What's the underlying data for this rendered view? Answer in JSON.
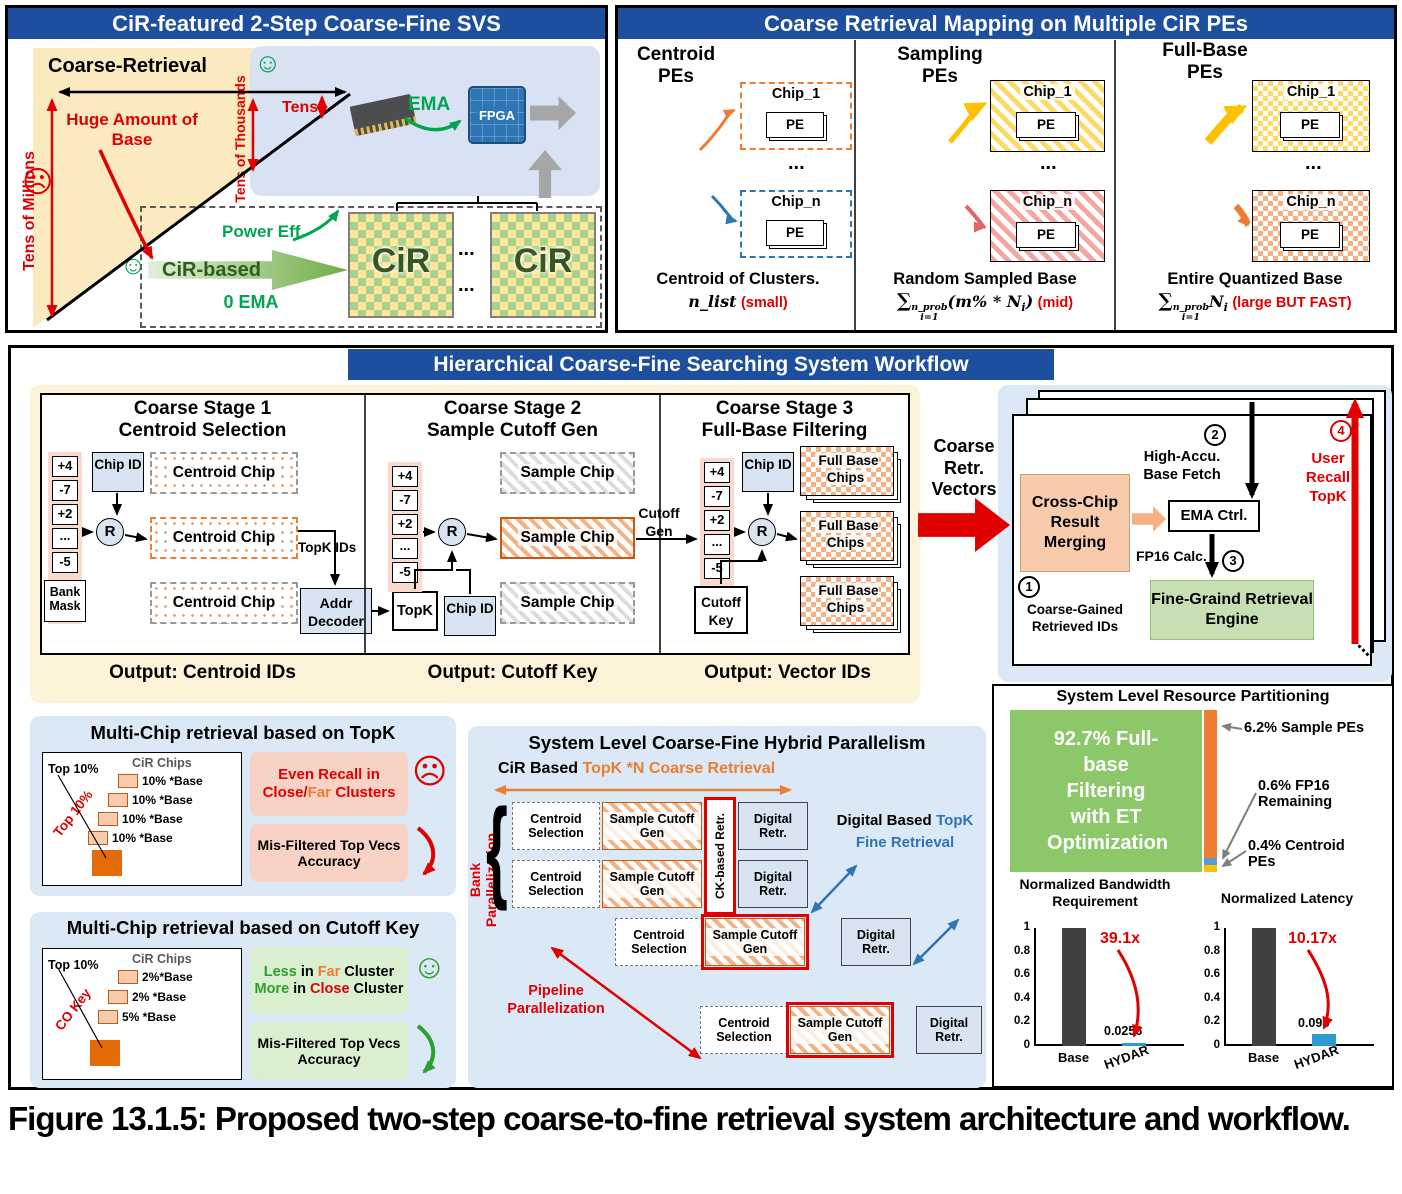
{
  "svs": {
    "title": "CiR-featured 2-Step Coarse-Fine SVS",
    "coarse_retrieval": "Coarse-Retrieval",
    "huge_amount": "Huge Amount of Base",
    "tens_of_millions": "Tens of Millions",
    "tens_of_thousands": "Tens of Thousands",
    "tens": "Tens",
    "ema": "EMA",
    "fpga": "FPGA",
    "power_eff": "Power Eff.",
    "cir_based": "CiR-based",
    "zero_ema": "0 EMA",
    "cir": "CiR",
    "dots": "...",
    "happy_face": "☺",
    "sad_face": "☹"
  },
  "mapping": {
    "title": "Coarse Retrieval Mapping on Multiple CiR PEs",
    "columns": [
      {
        "heading": "Centroid PEs",
        "chip1": "Chip_1",
        "chipn": "Chip_n",
        "pe": "PE",
        "dots": "...",
        "caption": "Centroid of Clusters.",
        "formula": "n_list",
        "note": "(small)"
      },
      {
        "heading": "Sampling PEs",
        "chip1": "Chip_1",
        "chipn": "Chip_n",
        "pe": "PE",
        "dots": "...",
        "caption": "Random Sampled Base",
        "sigma": "∑",
        "sup": "n_prob",
        "sub": "i=1",
        "formula_pre": "(m% * N",
        "formula_sub": "i",
        "formula_post": ")",
        "note": "(mid)"
      },
      {
        "heading": "Full-Base PEs",
        "chip1": "Chip_1",
        "chipn": "Chip_n",
        "pe": "PE",
        "dots": "...",
        "caption": "Entire Quantized Base",
        "sigma": "∑",
        "sup": "n_prob",
        "sub": "i=1",
        "formula_pre": "N",
        "formula_sub": "i",
        "formula_post": "",
        "note": "(large BUT FAST)"
      }
    ]
  },
  "workflow": {
    "banner": "Hierarchical Coarse-Fine Searching System Workflow",
    "stage1_line1": "Coarse Stage 1",
    "stage1_line2": "Centroid Selection",
    "stage2_line1": "Coarse Stage 2",
    "stage2_line2": "Sample Cutoff Gen",
    "stage3_line1": "Coarse Stage 3",
    "stage3_line2": "Full-Base Filtering",
    "bank_values": [
      "+4",
      "-7",
      "+2",
      "...",
      "-5"
    ],
    "bank_mask": "Bank Mask",
    "chip_id": "Chip ID",
    "r": "R",
    "centroid_chip": "Centroid Chip",
    "sample_chip": "Sample Chip",
    "full_base_chips": "Full Base Chips",
    "topk_ids": "TopK IDs",
    "addr_decoder": "Addr Decoder",
    "topk": "TopK",
    "cutoff_gen": "Cutoff Gen",
    "cutoff_key": "Cutoff Key",
    "output1": "Output: Centroid IDs",
    "output2": "Output: Cutoff Key",
    "output3": "Output: Vector IDs"
  },
  "merge": {
    "coarse_retr_vectors": "Coarse Retr. Vectors",
    "cross_chip": "Cross-Chip Result Merging",
    "high_accu": "High-Accu. Base Fetch",
    "ema_ctrl": "EMA Ctrl.",
    "fp16": "FP16 Calc.",
    "fine_engine": "Fine-Graind Retrieval Engine",
    "user_recall": "User Recall TopK",
    "coarse_gained": "Coarse-Gained Retrieved IDs",
    "n1": "1",
    "n2": "2",
    "n3": "3",
    "n4": "4",
    "dots": "..."
  },
  "topk_panel": {
    "title": "Multi-Chip retrieval based on TopK",
    "top_label": "Top 10%",
    "cir_chips": "CiR Chips",
    "bases": [
      "10% *Base",
      "10% *Base",
      "10% *Base",
      "10% *Base"
    ],
    "rot_label": "Top 10%",
    "note1_l1": "Even Recall in",
    "close": "Close",
    "slash": "/",
    "far": "Far",
    "clusters": "Clusters",
    "note2_l1": "Mis-Filtered Top Vecs",
    "note2_l2": "Accuracy",
    "sad_face": "☹"
  },
  "cutoff_panel": {
    "title": "Multi-Chip retrieval based on Cutoff Key",
    "top_label": "Top 10%",
    "cir_chips": "CiR Chips",
    "bases": [
      "2%*Base",
      "2% *Base",
      "5% *Base"
    ],
    "rot_label": "CO Key",
    "less": "Less",
    "in1": "in",
    "far": "Far",
    "cluster1": "Cluster",
    "more": "More",
    "in2": "in",
    "close": "Close",
    "cluster2": "Cluster",
    "note2_l1": "Mis-Filtered Top Vecs",
    "note2_l2": "Accuracy",
    "happy_face": "☺"
  },
  "parallelism": {
    "title": "System Level Coarse-Fine Hybrid Parallelism",
    "cir_based": "CiR Based",
    "coarse_retrieval": "TopK *N Coarse Retrieval",
    "bank": "Bank Parallelization",
    "brace": "{",
    "cs": "Centroid Selection",
    "scg": "Sample Cutoff Gen",
    "dr": "Digital Retr.",
    "ck": "CK-based Retr.",
    "digital_based": "Digital Based",
    "topk": "TopK",
    "fine_retrieval": "Fine Retrieval",
    "pipeline": "Pipeline Parallelization"
  },
  "resource": {
    "title": "System Level Resource Partitioning",
    "main": "92.7% Full-base Filtering with ET Optimization",
    "sample": "6.2% Sample PEs",
    "fp16": "0.6% FP16 Remaining",
    "centroid": "0.4% Centroid PEs"
  },
  "chart_data": [
    {
      "type": "bar",
      "title": "Normalized Bandwidth Requirement",
      "categories": [
        "Base",
        "HYDAR"
      ],
      "values": [
        1,
        0.0256
      ],
      "bar_colors": [
        "#404040",
        "#2e9ad0"
      ],
      "annotation": "39.1x",
      "value_label": "0.0256",
      "ylim": [
        0,
        1
      ],
      "yticks": [
        "1",
        "0.8",
        "0.6",
        "0.4",
        "0.2",
        "0"
      ],
      "grid": false,
      "legend": false
    },
    {
      "type": "bar",
      "title": "Normalized Latency",
      "categories": [
        "Base",
        "HYDAR"
      ],
      "values": [
        1,
        0.098
      ],
      "bar_colors": [
        "#404040",
        "#2e9ad0"
      ],
      "annotation": "10.17x",
      "value_label": "0.098",
      "ylim": [
        0,
        1
      ],
      "yticks": [
        "1",
        "0.8",
        "0.6",
        "0.4",
        "0.2",
        "0"
      ],
      "grid": false,
      "legend": false
    }
  ],
  "colors": {
    "header_blue": "#1e4f9f",
    "accent_red": "#e00000",
    "accent_orange": "#ed7d31",
    "accent_green": "#00a550",
    "accent_blue": "#2e75b6",
    "panel_blue": "#dbe8f6",
    "panel_yellow": "#fdf3d8"
  },
  "caption": "Figure 13.1.5: Proposed two-step coarse-to-fine retrieval system architecture and workflow."
}
